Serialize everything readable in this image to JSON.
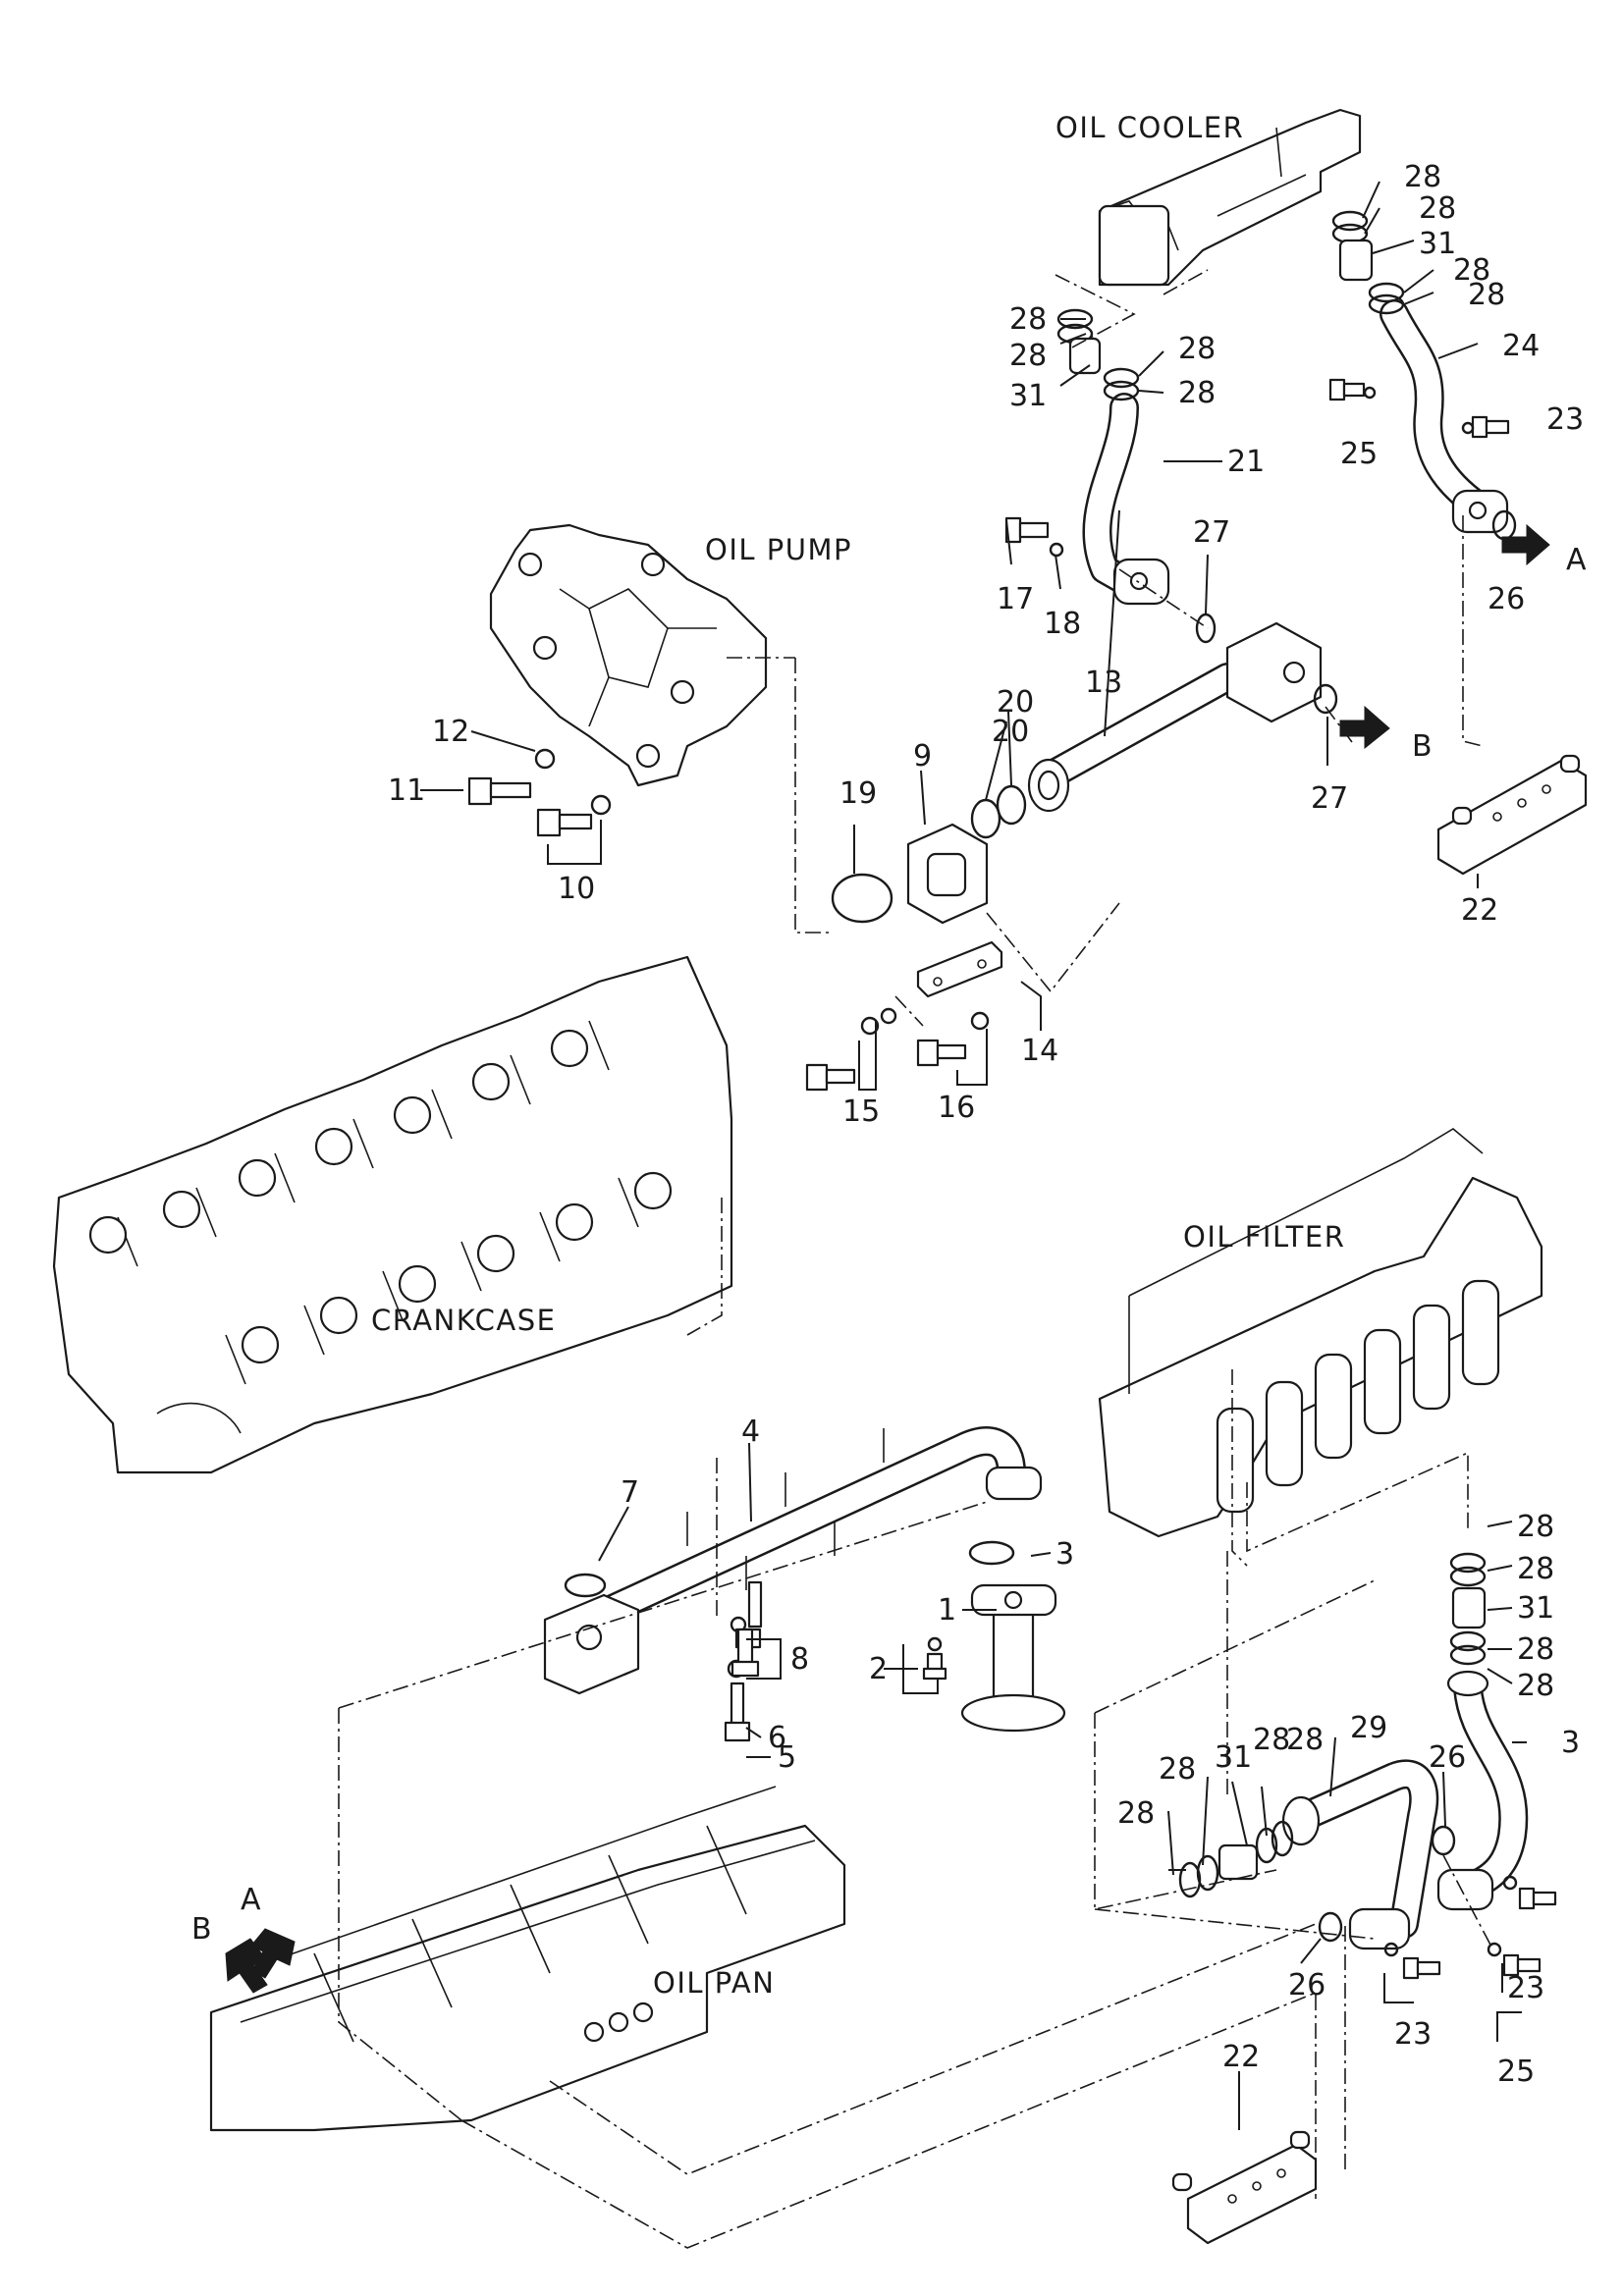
{
  "labels": {
    "oil_cooler": "OIL COOLER",
    "oil_pump": "OIL PUMP",
    "crankcase": "CRANKCASE",
    "oil_filter": "OIL FILTER",
    "oil_pan": "OIL PAN"
  },
  "arrows": {
    "a": "A",
    "b": "B"
  },
  "callouts": {
    "c28_a": "28",
    "c28_b": "28",
    "c31_a": "31",
    "c28_c": "28",
    "c28_d": "28",
    "c28_e": "28",
    "c28_f": "28",
    "c31_b": "31",
    "c28_g": "28",
    "c28_h": "28",
    "c24": "24",
    "c23_a": "23",
    "c25_a": "25",
    "c26_a": "26",
    "c21": "21",
    "c27_a": "27",
    "c17": "17",
    "c18": "18",
    "c13": "13",
    "c20_a": "20",
    "c20_b": "20",
    "c9": "9",
    "c19": "19",
    "c27_b": "27",
    "c22_a": "22",
    "c12": "12",
    "c11": "11",
    "c10": "10",
    "c14": "14",
    "c15": "15",
    "c16": "16",
    "c4": "4",
    "c7": "7",
    "c3_a": "3",
    "c1": "1",
    "c8": "8",
    "c2": "2",
    "c6": "6",
    "c5": "5",
    "c28_i": "28",
    "c28_j": "28",
    "c31_c": "31",
    "c28_k": "28",
    "c28_l": "28",
    "c29": "29",
    "c28_m": "28",
    "c28_n": "28",
    "c31_d": "31",
    "c28_o": "28",
    "c28_p": "28",
    "c26_b": "26",
    "c3_b": "3",
    "c26_c": "26",
    "c23_b": "23",
    "c23_c": "23",
    "c25_b": "25",
    "c22_b": "22"
  },
  "icons": {
    "pipe": "oil-pipe-icon",
    "o_ring": "o-ring-icon",
    "bolt": "bolt-icon",
    "bracket": "bracket-icon",
    "direction_arrow": "arrow-icon"
  }
}
